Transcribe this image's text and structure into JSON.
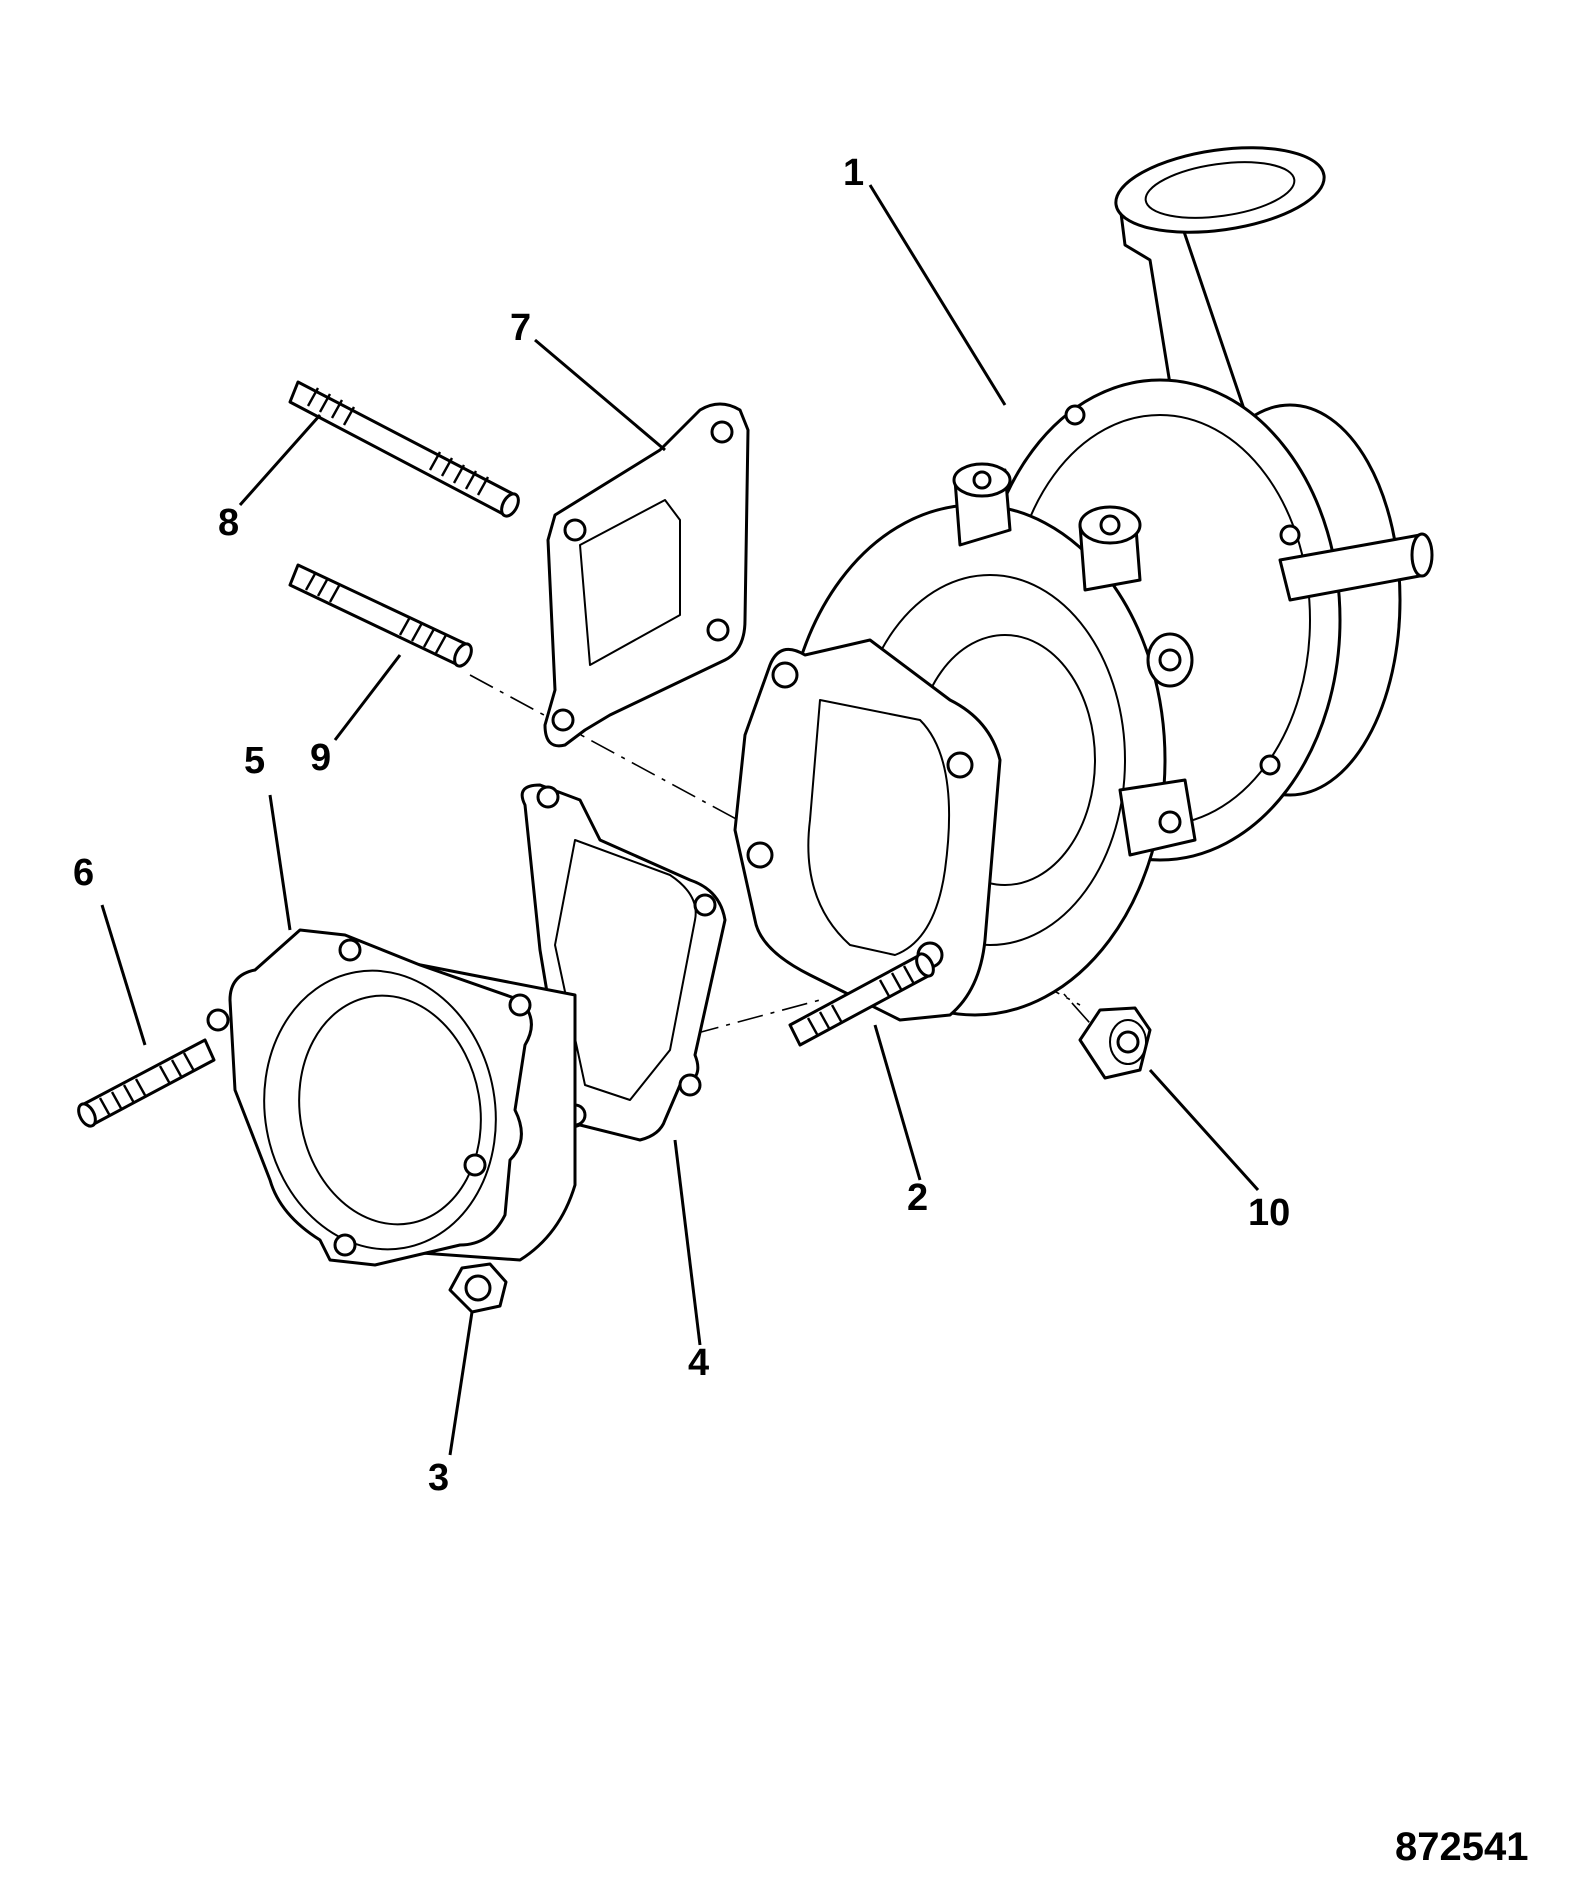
{
  "diagram": {
    "drawing_number": "872541",
    "callouts": [
      {
        "id": "1",
        "part": "turbocharger"
      },
      {
        "id": "2",
        "part": "stud"
      },
      {
        "id": "3",
        "part": "nut"
      },
      {
        "id": "4",
        "part": "gasket"
      },
      {
        "id": "5",
        "part": "elbow"
      },
      {
        "id": "6",
        "part": "stud"
      },
      {
        "id": "7",
        "part": "gasket"
      },
      {
        "id": "8",
        "part": "stud"
      },
      {
        "id": "9",
        "part": "stud"
      },
      {
        "id": "10",
        "part": "nut"
      }
    ]
  }
}
